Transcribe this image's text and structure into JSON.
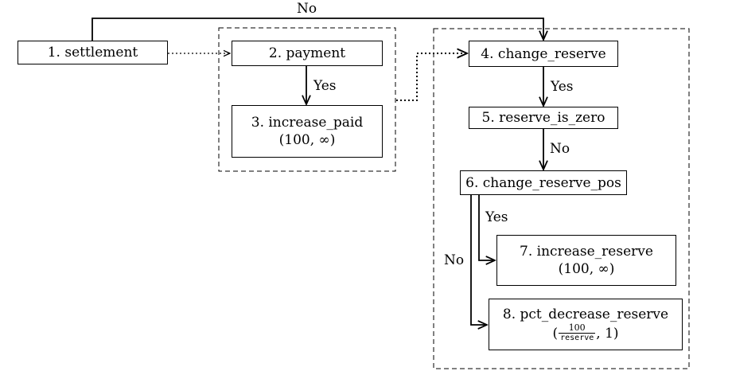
{
  "nodes": {
    "n1": {
      "label": "1. settlement"
    },
    "n2": {
      "label": "2. payment"
    },
    "n3": {
      "label": "3. increase_paid",
      "range": "(100, ∞)"
    },
    "n4": {
      "label": "4. change_reserve"
    },
    "n5": {
      "label": "5. reserve_is_zero"
    },
    "n6": {
      "label": "6. change_reserve_pos"
    },
    "n7": {
      "label": "7. increase_reserve",
      "range": "(100, ∞)"
    },
    "n8": {
      "label": "8. pct_decrease_reserve",
      "range": {
        "open": "(",
        "numerator": "100",
        "denominator": "reserve",
        "rest": ", 1)"
      }
    }
  },
  "edge_labels": {
    "top_no": "No",
    "payment_yes": "Yes",
    "change_reserve_yes": "Yes",
    "reserve_is_zero_no": "No",
    "change_reserve_pos_yes": "Yes",
    "change_reserve_pos_no": "No"
  },
  "colors": {
    "line": "#000000",
    "background": "#ffffff"
  }
}
